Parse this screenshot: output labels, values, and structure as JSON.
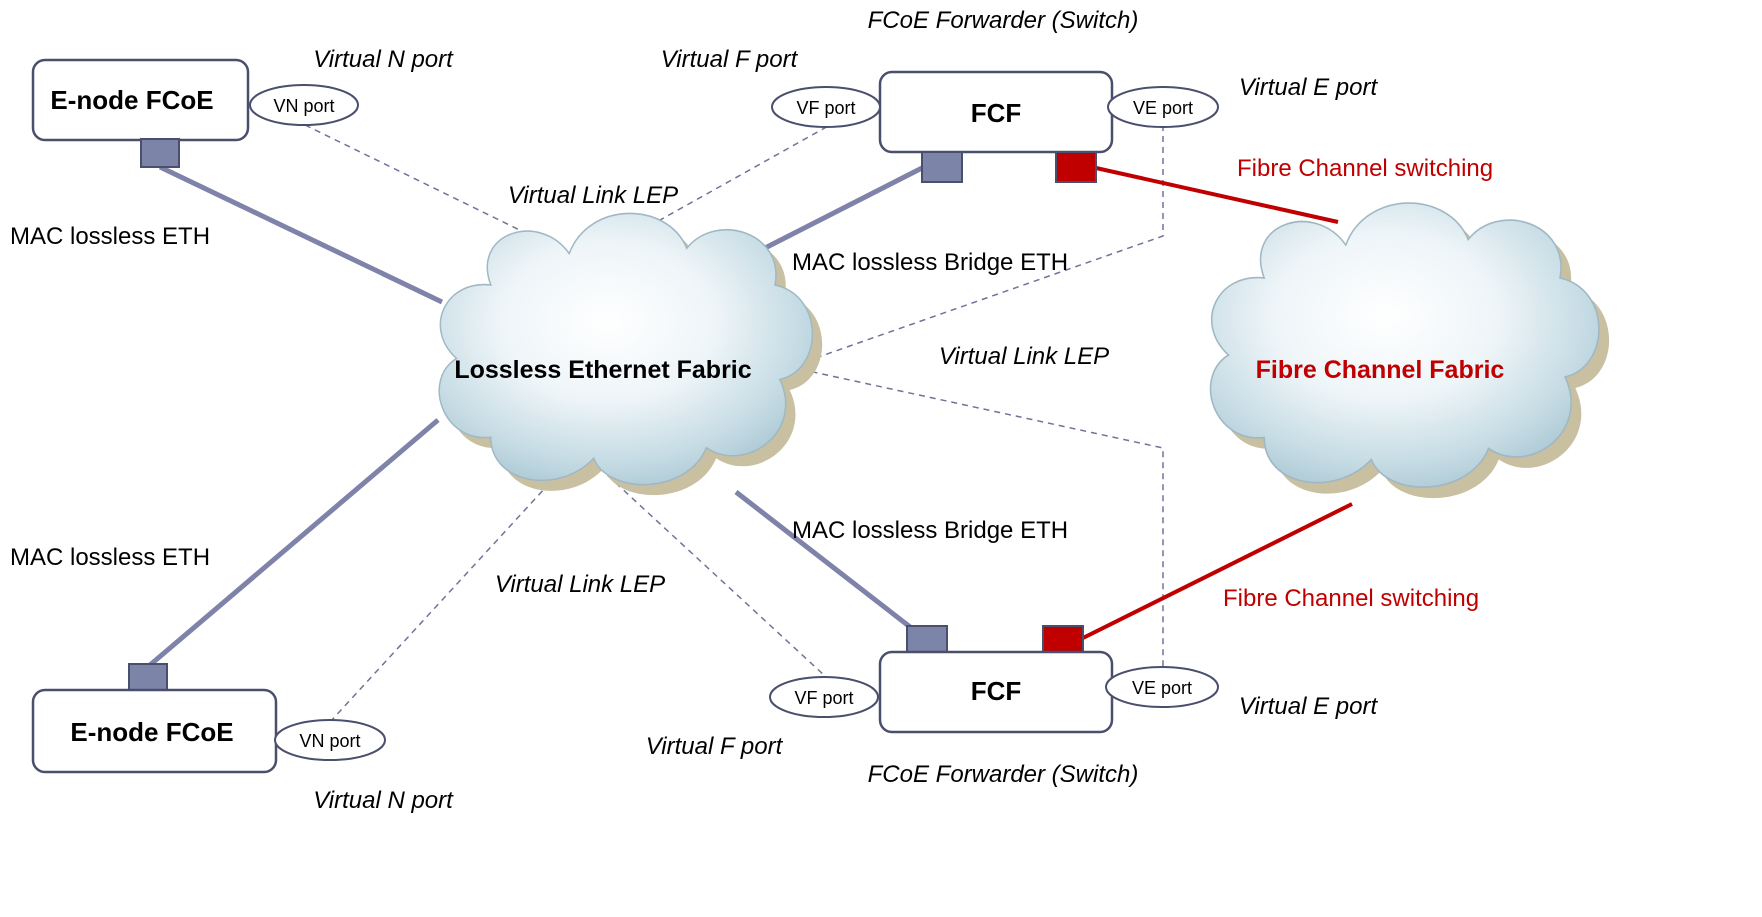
{
  "enodes": [
    {
      "label": "E-node FCoE",
      "port": "VN port",
      "port_role": "Virtual N port",
      "link_label": "MAC lossless ETH"
    },
    {
      "label": "E-node FCoE",
      "port": "VN port",
      "port_role": "Virtual N port",
      "link_label": "MAC lossless ETH"
    }
  ],
  "fcfs": [
    {
      "label": "FCF",
      "caption": "FCoE Forwarder (Switch)",
      "vf_port": "VF port",
      "ve_port": "VE port",
      "vf_role": "Virtual F port",
      "ve_role": "Virtual E port",
      "bridge_label": "MAC lossless Bridge ETH",
      "fc_label": "Fibre Channel switching"
    },
    {
      "label": "FCF",
      "caption": "FCoE Forwarder (Switch)",
      "vf_port": "VF port",
      "ve_port": "VE port",
      "vf_role": "Virtual F port",
      "ve_role": "Virtual E port",
      "bridge_label": "MAC lossless Bridge ETH",
      "fc_label": "Fibre Channel switching"
    }
  ],
  "clouds": {
    "ethernet": "Lossless Ethernet Fabric",
    "fibre": "Fibre Channel Fabric"
  },
  "virtual_links": [
    "Virtual Link LEP",
    "Virtual Link LEP",
    "Virtual Link LEP"
  ],
  "colors": {
    "eth_link": "#7f82a9",
    "fc_link": "#c00000",
    "eth_port": "#7c84a8",
    "fc_port": "#c00000",
    "box_border": "#4a4f6e"
  }
}
